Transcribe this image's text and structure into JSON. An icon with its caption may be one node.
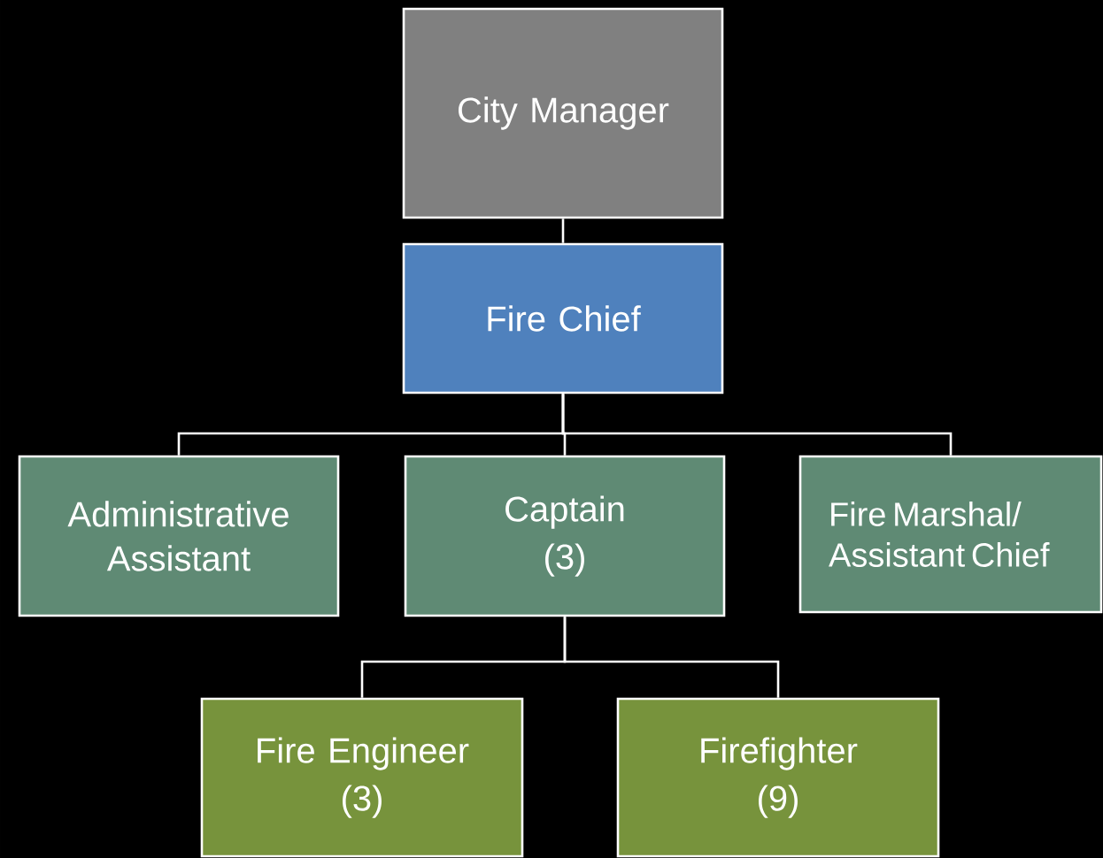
{
  "diagram": {
    "nodes": [
      {
        "text": [
          "City Manager"
        ]
      },
      {
        "text": [
          "Fire Chief"
        ]
      },
      {
        "text": [
          "Administrative Assistant"
        ]
      },
      {
        "text": [
          "Captain",
          "(3)"
        ]
      },
      {
        "text": [
          "Fire Marshal/ Assistant Chief"
        ]
      },
      {
        "text": [
          "Fire Engineer",
          "(3)"
        ]
      },
      {
        "text": [
          "Firefighter",
          "(9)"
        ]
      }
    ],
    "edges": [
      {
        "from": 0,
        "to": 1,
        "arrow": "none"
      },
      {
        "from": 1,
        "to": 2,
        "arrow": "none"
      },
      {
        "from": 1,
        "to": 3,
        "arrow": "none"
      },
      {
        "from": 1,
        "to": 4,
        "arrow": "none"
      },
      {
        "from": 3,
        "to": 5,
        "arrow": "none"
      },
      {
        "from": 3,
        "to": 6,
        "arrow": "none"
      }
    ]
  }
}
